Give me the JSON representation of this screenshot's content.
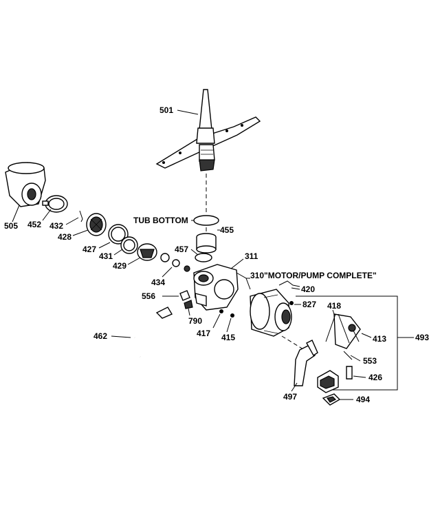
{
  "header": {
    "top_text": ""
  },
  "labels": {
    "l501": "501",
    "l505": "505",
    "l452": "452",
    "l432": "432",
    "l428": "428",
    "l427": "427",
    "l431": "431",
    "l429": "429",
    "tub_bottom": "TUB BOTTOM",
    "l455": "455",
    "l457": "457",
    "l311": "311",
    "motor_pump": "310\"MOTOR/PUMP COMPLETE\"",
    "l434": "434",
    "l420": "420",
    "l556": "556",
    "l827": "827",
    "l418": "418",
    "l790": "790",
    "l413": "413",
    "l493": "493",
    "l462": "462",
    "l417": "417",
    "l415": "415",
    "l553": "553",
    "l426": "426",
    "l497": "497",
    "l494": "494"
  }
}
